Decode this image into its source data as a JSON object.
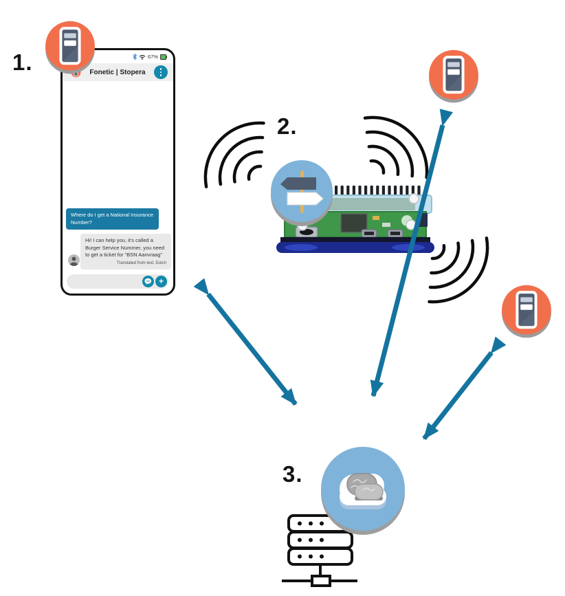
{
  "diagram": {
    "steps": {
      "one": "1.",
      "two": "2.",
      "three": "3."
    }
  },
  "phone": {
    "status": {
      "battery_percent": "67%"
    },
    "header": {
      "title": "Fonetic | Stopera"
    },
    "chat": {
      "sent_message": "Where do I get a National Insurance Number?",
      "received_message": "Hi! I can help you, it's called a Burger Service Nummer, you need to get a ticket for \"BSN Aanvraag\"",
      "received_note": "Translated from text, Dutch"
    },
    "input": {
      "plus_label": "+"
    }
  },
  "icons": {
    "ticket-machine-icon": "orange circle badge with ticket kiosk",
    "signpost-icon": "blue circle badge with direction signpost",
    "cloud-brain-icon": "blue circle badge with cloud and brain",
    "server-rack-icon": "outlined stacked server rack with network link",
    "wifi-signal-icon": "radiating wireless arcs",
    "more-options-icon": "vertical three dots",
    "speech-bubble-icon": "chat bubble with dots",
    "plus-icon": "plus sign",
    "bluetooth-icon": "bluetooth rune",
    "battery-icon": "green battery",
    "person-icon": "avatar silhouette"
  },
  "colors": {
    "arrow_teal": "#15749f",
    "app_teal": "#1289ad",
    "bubble_teal": "#1a7aa3",
    "badge_orange": "#f26f4c",
    "badge_blue": "#7fb3da",
    "shadow_gray": "#9c9c9c",
    "pcb_green": "#3f9749",
    "battery_green": "#5cb85c"
  }
}
